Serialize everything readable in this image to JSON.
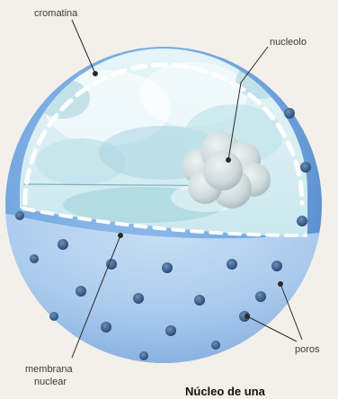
{
  "labels": {
    "chromatin": "cromatina",
    "nucleolus": "nucleolo",
    "pores": "poros",
    "membrane_line1": "membrana",
    "membrane_line2": "nuclear"
  },
  "caption": "Núcleo de una",
  "colors": {
    "background": "#f3f0ea",
    "outer_membrane": "#5e94d6",
    "inner_section": "#d4ecf2",
    "nucleolus": "#c9d7dc",
    "pore": "#2f5a8a",
    "leader_line": "#2a2a2a"
  }
}
